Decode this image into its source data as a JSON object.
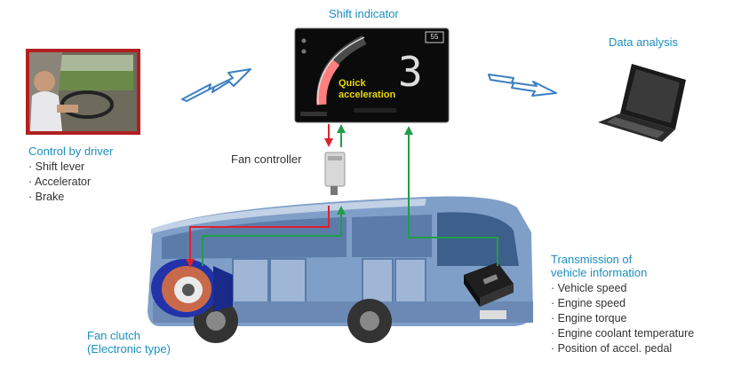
{
  "titles": {
    "shift_indicator": "Shift indicator",
    "data_analysis": "Data analysis",
    "fan_controller": "Fan controller",
    "control_by_driver": "Control by driver",
    "transmission_line1": "Transmission of",
    "transmission_line2": "vehicle information",
    "fan_clutch_line1": "Fan clutch",
    "fan_clutch_line2": "(Electronic type)"
  },
  "driver_controls": [
    "Shift lever",
    "Accelerator",
    "Brake"
  ],
  "vehicle_info": [
    "Vehicle speed",
    "Engine speed",
    "Engine torque",
    "Engine coolant temperature",
    "Position of accel. pedal"
  ],
  "display": {
    "message_line1": "Quick",
    "message_line2": "acceleration",
    "gear": "3",
    "badge": "55"
  },
  "colors": {
    "label_blue": "#1a8fbf",
    "arrow_red": "#e0202a",
    "arrow_green": "#1f9e4a",
    "signal_blue": "#3c7fc0",
    "bus_body": "#7f9fc8"
  }
}
